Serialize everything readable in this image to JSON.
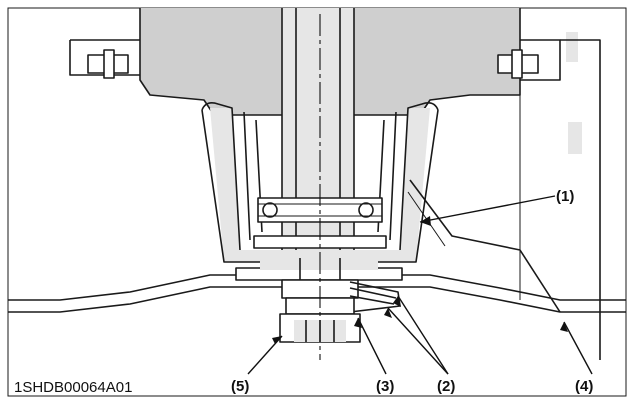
{
  "figure_code": "1SHDB00064A01",
  "callouts": [
    {
      "id": "1",
      "label": "(1)"
    },
    {
      "id": "2",
      "label": "(2)"
    },
    {
      "id": "3",
      "label": "(3)"
    },
    {
      "id": "4",
      "label": "(4)"
    },
    {
      "id": "5",
      "label": "(5)"
    }
  ]
}
